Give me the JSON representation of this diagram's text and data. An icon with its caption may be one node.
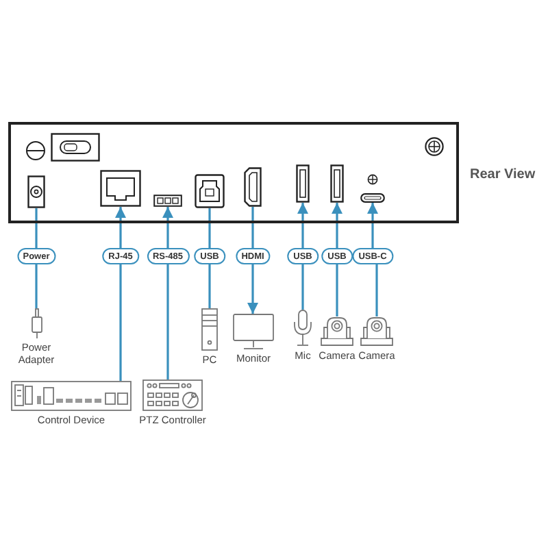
{
  "diagram": {
    "nodes": [
      {
        "text": [
          "Rear View"
        ]
      },
      {
        "text": [],
        "shape": "picture",
        "in": 0
      },
      {
        "text": [],
        "shape": "picture",
        "in": 0
      },
      {
        "text": [],
        "shape": "picture",
        "in": 0
      },
      {
        "text": [],
        "shape": "picture",
        "in": 0
      },
      {
        "text": [],
        "shape": "picture",
        "in": 0
      },
      {
        "text": [],
        "shape": "picture",
        "in": 0
      },
      {
        "text": [],
        "shape": "picture",
        "in": 0
      },
      {
        "text": [],
        "shape": "picture",
        "in": 0
      },
      {
        "text": [
          "Power"
        ]
      },
      {
        "text": [
          "RJ-45"
        ]
      },
      {
        "text": [
          "RS-485"
        ]
      },
      {
        "text": [
          "USB"
        ]
      },
      {
        "text": [
          "HDMI"
        ]
      },
      {
        "text": [
          "USB"
        ]
      },
      {
        "text": [
          "USB"
        ]
      },
      {
        "text": [
          "USB-C"
        ]
      },
      {
        "text": [
          "Power Adapter"
        ]
      },
      {
        "text": [
          "PC"
        ]
      },
      {
        "text": [
          "Monitor"
        ]
      },
      {
        "text": [
          "Mic"
        ]
      },
      {
        "text": [
          "Camera"
        ]
      },
      {
        "text": [
          "Camera"
        ]
      },
      {
        "text": [
          "Control Device"
        ]
      },
      {
        "text": [
          "PTZ Controller"
        ]
      }
    ],
    "edges": [
      {
        "from": 1,
        "to": 9,
        "arrow": "none"
      },
      {
        "from": 9,
        "to": 17,
        "arrow": "none"
      },
      {
        "from": 10,
        "to": 2,
        "arrow": "to"
      },
      {
        "from": 23,
        "to": 10,
        "arrow": "none"
      },
      {
        "from": 11,
        "to": 3,
        "arrow": "to"
      },
      {
        "from": 24,
        "to": 11,
        "arrow": "none"
      },
      {
        "from": 4,
        "to": 12,
        "arrow": "none"
      },
      {
        "from": 12,
        "to": 18,
        "arrow": "none"
      },
      {
        "from": 5,
        "to": 13,
        "arrow": "none"
      },
      {
        "from": 13,
        "to": 19,
        "arrow": "to"
      },
      {
        "from": 14,
        "to": 6,
        "arrow": "to"
      },
      {
        "from": 20,
        "to": 14,
        "arrow": "none"
      },
      {
        "from": 15,
        "to": 7,
        "arrow": "to"
      },
      {
        "from": 21,
        "to": 15,
        "arrow": "none"
      },
      {
        "from": 16,
        "to": 8,
        "arrow": "to"
      },
      {
        "from": 22,
        "to": 16,
        "arrow": "none"
      }
    ]
  }
}
